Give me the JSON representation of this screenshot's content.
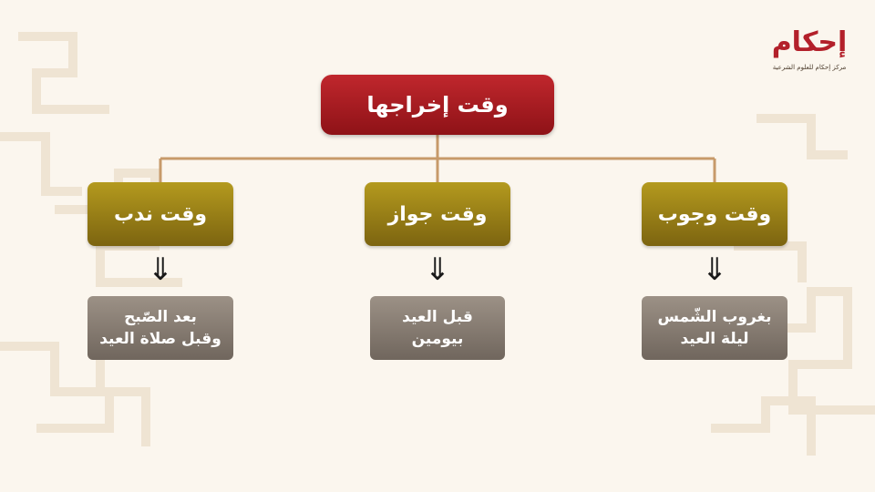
{
  "logo": {
    "name": "إحكام",
    "subtitle": "مركز إحكام للعلوم الشرعية"
  },
  "diagram": {
    "root": {
      "label": "وقت إخراجها"
    },
    "categories": [
      {
        "label": "وقت وجوب",
        "detail": [
          "بغروب الشّمس",
          "ليلة العيد"
        ]
      },
      {
        "label": "وقت جواز",
        "detail": [
          "قبل العيد",
          "بيومين"
        ]
      },
      {
        "label": "وقت ندب",
        "detail": [
          "بعد الصّبح",
          "وقبل صلاة العيد"
        ]
      }
    ],
    "arrow_glyph": "⇓"
  },
  "colors": {
    "root": "#a81d23",
    "category": "#9a7f17",
    "detail": "#857a70",
    "connector": "#c79a6a",
    "background": "#fbf6ee"
  }
}
